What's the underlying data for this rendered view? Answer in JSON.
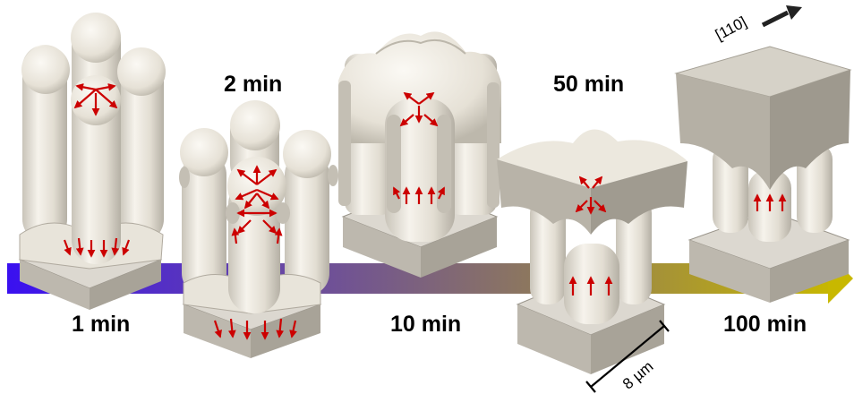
{
  "time_labels": [
    "1 min",
    "2 min",
    "10 min",
    "50 min",
    "100 min"
  ],
  "scale_bar": "8 µm",
  "direction_label": "[110]",
  "colors": {
    "arrow_gradient": [
      "#3a10f0",
      "#6a4aa0",
      "#8f7a5a",
      "#c8b800"
    ],
    "surface": "#f0ece4",
    "surface_shade": "#cfcac0",
    "base_top": "#dcd8d0",
    "base_side": "#bdb8ae",
    "growth_arrows": "#cc0000"
  },
  "icons": [
    "timeline-arrow",
    "growth-arrow",
    "direction-arrow",
    "scale-bar"
  ]
}
